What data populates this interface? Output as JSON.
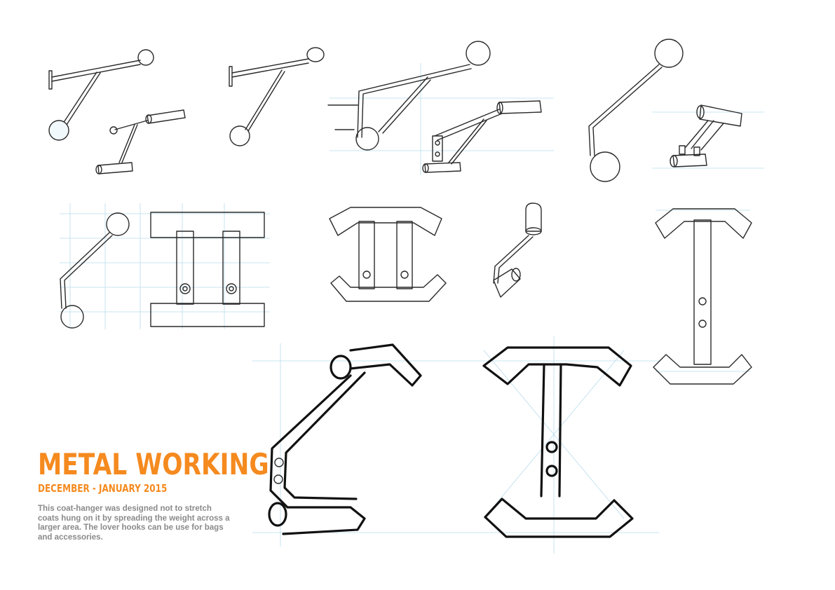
{
  "caption": {
    "title": "METAL WORKING",
    "date": "DECEMBER - JANUARY 2015",
    "description": "This coat-hanger was designed not to stretch coats hung on it by spreading the weight across a larger area. The lover hooks can be use for bags and accessories."
  },
  "colors": {
    "accent": "#f58a1f",
    "body_text": "#8a8a8a",
    "sketch_line": "#2a2a2a",
    "grid_line": "#b9dcec"
  }
}
